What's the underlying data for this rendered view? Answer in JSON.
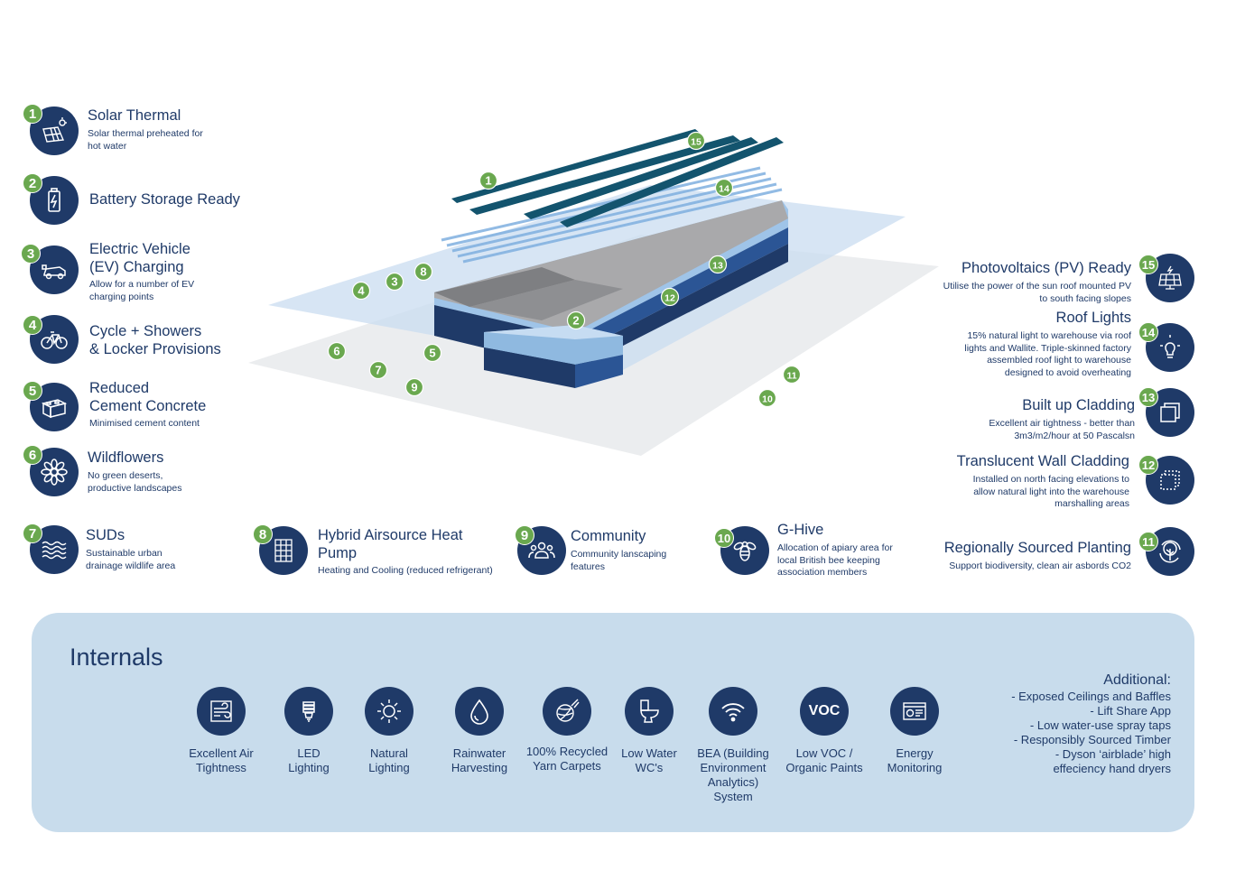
{
  "features_left": [
    {
      "num": "1",
      "title": "Solar Thermal",
      "desc": "Solar thermal preheated for\nhot water",
      "icon": "solar-panel-icon"
    },
    {
      "num": "2",
      "title": "Battery Storage Ready",
      "desc": "",
      "icon": "battery-icon"
    },
    {
      "num": "3",
      "title": "Electric Vehicle\n(EV) Charging",
      "desc": "Allow for a number of EV\ncharging points",
      "icon": "ev-car-icon"
    },
    {
      "num": "4",
      "title": "Cycle + Showers\n& Locker Provisions",
      "desc": "",
      "icon": "bicycle-icon"
    },
    {
      "num": "5",
      "title": "Reduced\nCement Concrete",
      "desc": "Minimised cement content",
      "icon": "concrete-block-icon"
    },
    {
      "num": "6",
      "title": "Wildflowers",
      "desc": "No green deserts,\nproductive landscapes",
      "icon": "flower-icon"
    },
    {
      "num": "7",
      "title": "SUDs",
      "desc": "Sustainable urban\ndrainage wildlife area",
      "icon": "water-waves-icon"
    }
  ],
  "features_bottom": [
    {
      "num": "8",
      "title": "Hybrid Airsource Heat\nPump",
      "desc": "Heating and Cooling (reduced refrigerant)",
      "icon": "heat-pump-grid-icon"
    },
    {
      "num": "9",
      "title": "Community",
      "desc": "Community lanscaping\nfeatures",
      "icon": "people-icon"
    },
    {
      "num": "10",
      "title": "G-Hive",
      "desc": "Allocation of apiary area for\nlocal British bee keeping\nassociation members",
      "icon": "bee-icon"
    }
  ],
  "features_right": [
    {
      "num": "15",
      "title": "Photovoltaics (PV) Ready",
      "desc": "Utilise the power of the sun roof mounted PV\nto south facing slopes",
      "icon": "pv-panel-icon"
    },
    {
      "num": "14",
      "title": "Roof Lights",
      "desc": "15% natural light to warehouse via roof\nlights and Wallite. Triple-skinned factory\nassembled roof light to warehouse\ndesigned to avoid overheating",
      "icon": "lightbulb-icon"
    },
    {
      "num": "13",
      "title": "Built up Cladding",
      "desc": "Excellent air tightness - better than\n3m3/m2/hour at 50 Pascalsn",
      "icon": "cladding-layers-icon"
    },
    {
      "num": "12",
      "title": "Translucent Wall Cladding",
      "desc": "Installed on north facing elevations to\nallow natural light into the warehouse\nmarshalling areas",
      "icon": "translucent-panel-icon"
    },
    {
      "num": "11",
      "title": "Regionally Sourced Planting",
      "desc": "Support biodiversity, clean air asbords CO2",
      "icon": "tree-icon"
    }
  ],
  "diagram_markers": [
    "15",
    "1",
    "14",
    "13",
    "12",
    "2",
    "8",
    "3",
    "4",
    "5",
    "6",
    "7",
    "9",
    "11",
    "10"
  ],
  "internals": {
    "title": "Internals",
    "items": [
      {
        "label": "Excellent Air\nTightness",
        "icon": "air-flow-icon"
      },
      {
        "label": "LED\nLighting",
        "icon": "led-bulb-icon"
      },
      {
        "label": "Natural\nLighting",
        "icon": "sun-icon"
      },
      {
        "label": "Rainwater\nHarvesting",
        "icon": "water-drop-icon"
      },
      {
        "label": "100% Recycled\nYarn Carpets",
        "icon": "yarn-icon"
      },
      {
        "label": "Low Water\nWC's",
        "icon": "toilet-icon"
      },
      {
        "label": "BEA (Building\nEnvironment\nAnalytics)\nSystem",
        "icon": "wifi-icon"
      },
      {
        "label": "Low VOC /\nOrganic Paints",
        "icon": "voc-icon",
        "icon_text": "VOC"
      },
      {
        "label": "Energy\nMonitoring",
        "icon": "energy-monitor-icon"
      }
    ],
    "additional_title": "Additional:",
    "additional_items": [
      "- Exposed Ceilings and Baffles",
      "- Lift Share App",
      "- Low water-use spray taps",
      "- Responsibly Sourced Timber",
      "- Dyson ‘airblade’ high",
      "effeciency hand dryers"
    ]
  },
  "colors": {
    "navy": "#1f3a68",
    "green": "#6aa84f",
    "panel": "#c8dcec"
  }
}
